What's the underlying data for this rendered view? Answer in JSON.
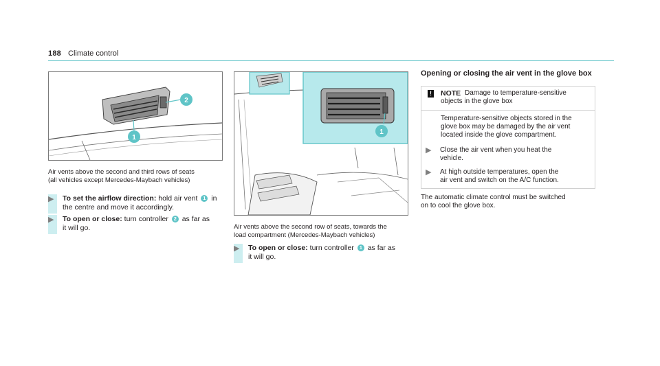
{
  "header": {
    "page_number": "188",
    "section": "Climate control"
  },
  "figure1": {
    "caption_line1": "Air vents above the second and third rows of seats",
    "caption_line2": "(all vehicles except Mercedes-Maybach vehicles)",
    "callouts": [
      "1",
      "2"
    ]
  },
  "steps_col1": [
    {
      "label": "To set the airflow direction:",
      "text_a": "hold air vent",
      "num": "1",
      "text_b": "in",
      "text_c": "the centre and move it accordingly."
    },
    {
      "label": "To open or close:",
      "text_a": "turn controller",
      "num": "2",
      "text_b": "as far as",
      "text_c": "it will go."
    }
  ],
  "figure2": {
    "caption_line1": "Air vents above the second row of seats, towards the",
    "caption_line2": "load compartment (Mercedes-Maybach vehicles)",
    "callout": "1"
  },
  "step_col2": {
    "label": "To open or close:",
    "text_a": "turn controller",
    "num": "1",
    "text_b": "as far as",
    "text_c": "it will go."
  },
  "glovebox": {
    "title": "Opening or closing the air vent in the glove box",
    "note_icon": "!",
    "note_title": "NOTE",
    "note_head_line1": "Damage to temperature-sensitive",
    "note_head_line2": "objects in the glove box",
    "note_body_line1": "Temperature-sensitive objects stored in the",
    "note_body_line2": "glove box may be damaged by the air vent",
    "note_body_line3": "located inside the glove compartment.",
    "note_steps": [
      {
        "line1": "Close the air vent when you heat the",
        "line2": "vehicle."
      },
      {
        "line1": "At high outside temperatures, open the",
        "line2": "air vent and switch on the A/C function."
      }
    ],
    "para_line1": "The automatic climate control must be switched",
    "para_line2": "on to cool the glove box."
  },
  "icons": {
    "step_arrow": "play-arrow-icon",
    "warning": "exclamation-icon"
  },
  "colors": {
    "accent": "#5fc4c7",
    "highlight": "#b7e9ec",
    "instruction_bar": "#cdeef0"
  }
}
